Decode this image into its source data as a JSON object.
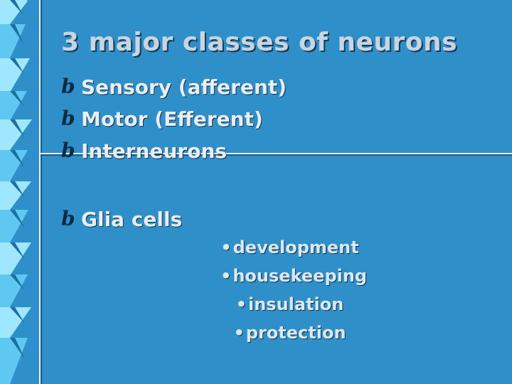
{
  "slide": {
    "title": "3 major classes of neurons",
    "neuron_types": [
      {
        "label": "Sensory (afferent)"
      },
      {
        "label": "Motor (Efferent)"
      },
      {
        "label": "Interneurons"
      }
    ],
    "glia": {
      "label": "Glia cells",
      "functions": [
        {
          "label": "development"
        },
        {
          "label": "housekeeping"
        },
        {
          "label": "insulation"
        },
        {
          "label": "protection"
        }
      ]
    },
    "bullet_glyph": "b",
    "sub_bullet_glyph": "•"
  },
  "colors": {
    "background": "#2f8fc8",
    "text": "#e8eef4",
    "title": "#c8d5e0",
    "bullet": "#0d2a45",
    "border_light": "#9fe7ff",
    "border_mid": "#5ec7f2",
    "border_dark": "#1d6f9e"
  }
}
